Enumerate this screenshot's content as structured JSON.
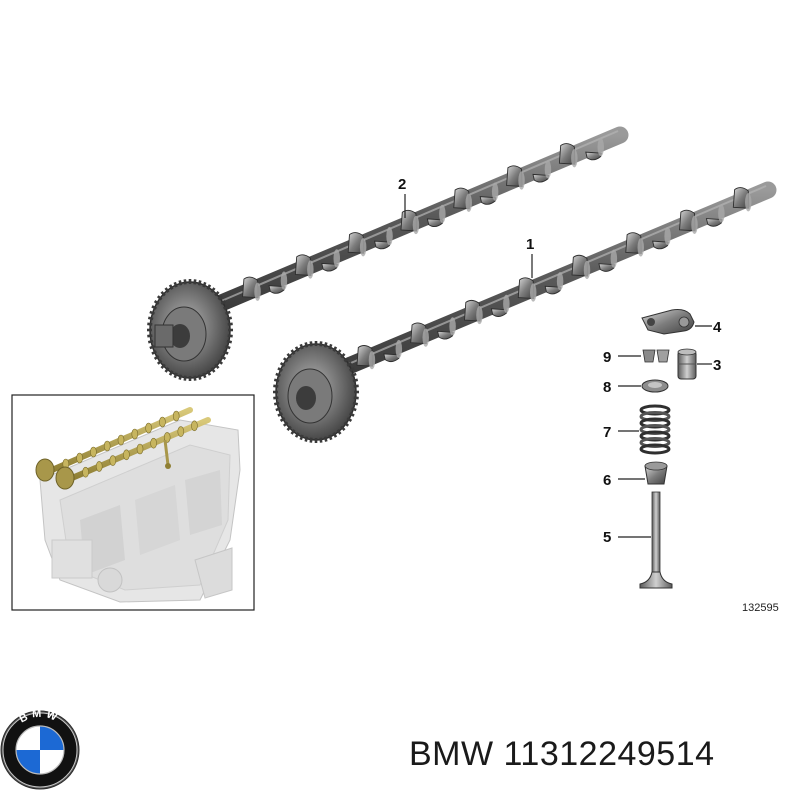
{
  "callouts": {
    "c1": "1",
    "c2": "2",
    "c3": "3",
    "c4": "4",
    "c5": "5",
    "c6": "6",
    "c7": "7",
    "c8": "8",
    "c9": "9"
  },
  "figure_number": "132595",
  "caption": {
    "brand": "BMW",
    "part_number": "11312249514"
  },
  "logo": {
    "text": "BMW",
    "colors": {
      "blue": "#1c69d4",
      "white": "#ffffff",
      "black": "#111111"
    }
  },
  "colors": {
    "metal_dark": "#4a4a4a",
    "metal_mid": "#7a7a7a",
    "metal_light": "#c9c9c9",
    "highlight_gold": "#b7a553",
    "engine_ghost": "#e3e3e3"
  }
}
